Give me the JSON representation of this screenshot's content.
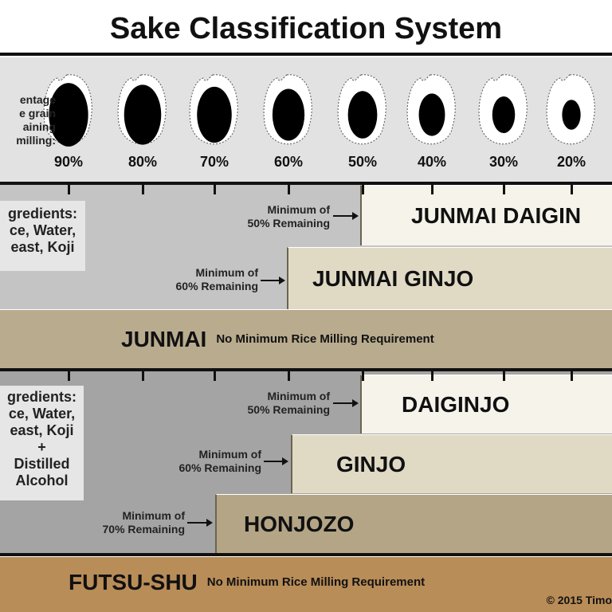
{
  "title": "Sake Classification System",
  "milling_label": "entage\ne grain\naining\nmilling:",
  "grains": [
    {
      "label": "90%",
      "remaining": 0.9
    },
    {
      "label": "80%",
      "remaining": 0.8
    },
    {
      "label": "70%",
      "remaining": 0.7
    },
    {
      "label": "60%",
      "remaining": 0.6
    },
    {
      "label": "50%",
      "remaining": 0.5
    },
    {
      "label": "40%",
      "remaining": 0.4
    },
    {
      "label": "30%",
      "remaining": 0.3
    },
    {
      "label": "20%",
      "remaining": 0.2
    }
  ],
  "junmai_panel": {
    "ingredients": "gredients:\nce, Water,\neast, Koji",
    "rows": [
      {
        "name": "JUNMAI DAIGIN",
        "minimum": "Minimum of\n50% Remaining"
      },
      {
        "name": "JUNMAI GINJO",
        "minimum": "Minimum of\n60% Remaining"
      },
      {
        "name": "JUNMAI",
        "requirement": "No Minimum Rice Milling Requirement"
      }
    ]
  },
  "alcohol_panel": {
    "ingredients": "gredients:\nce, Water,\neast, Koji\n+\nDistilled\nAlcohol",
    "rows": [
      {
        "name": "DAIGINJO",
        "minimum": "Minimum of\n50% Remaining"
      },
      {
        "name": "GINJO",
        "minimum": "Minimum of\n60% Remaining"
      },
      {
        "name": "HONJOZO",
        "minimum": "Minimum of\n70% Remaining"
      },
      {
        "name": "FUTSU-SHU",
        "requirement": "No Minimum Rice Milling Requirement"
      }
    ]
  },
  "copyright": "© 2015 Timo",
  "colors": {
    "panel_top_bg": "#c4c4c4",
    "panel_bottom_bg": "#a4a4a4",
    "premium": "#f5f3ea",
    "ginjo": "#e0dac5",
    "junmai": "#b9ac8e",
    "honjozo": "#b3a585",
    "futsu": "#b98d58"
  }
}
